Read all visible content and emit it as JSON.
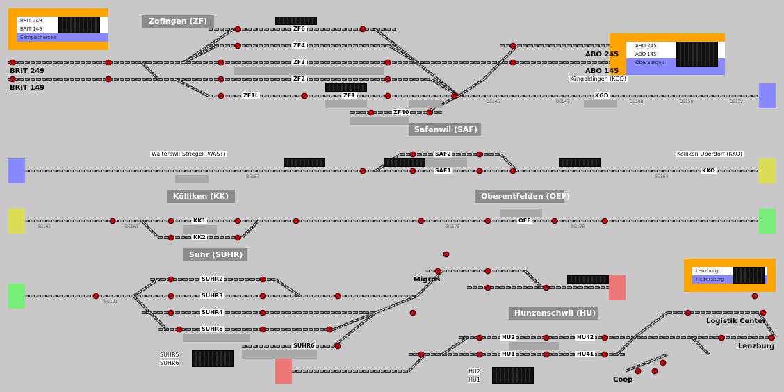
{
  "colors": {
    "background": "#c8c8c8",
    "track": "#333333",
    "signal_red": "#cc0000",
    "signal_green": "#22aa22",
    "panel_orange": "#ffa500",
    "panel_blue": "#8888ff",
    "endcap_yellow": "#dddd55",
    "endcap_green": "#77ee77",
    "endcap_pink": "#ee7777",
    "title_bg": "#8c8c8c"
  },
  "stations": {
    "zofingen": "Zofingen (ZF)",
    "safenwil": "Safenwil (SAF)",
    "koelliken": "Kölliken (KK)",
    "oberentfelden": "Oberentfelden (OEF)",
    "suhr": "Suhr (SUHR)",
    "hunzenschwil": "Hunzenschwil (HU)"
  },
  "panels": {
    "left": [
      "BRIT 249",
      "BRIT 149",
      "Sempachersee"
    ],
    "abo": [
      "ABO 245",
      "ABO 145",
      "Oberaargau"
    ],
    "lenzburg": [
      "Lenzburg",
      "Heitersberg"
    ]
  },
  "places": {
    "brit249": "BRIT 249",
    "brit149": "BRIT 149",
    "abo245": "ABO 245",
    "abo145": "ABO 145",
    "kuengoldingen": "Küngoldingen (KGD)",
    "kgd": "KGD",
    "wast": "Walterswil-Striegel (WAST)",
    "kko_full": "Kölliken Oberdorf (KKO)",
    "kko": "KKO",
    "migros": "Migros",
    "logistik": "Logistik Center",
    "lenzburg": "Lenzburg",
    "coop": "Coop",
    "oef": "OEF"
  },
  "tracks": {
    "zf6": "ZF6",
    "zf4": "ZF4",
    "zf3": "ZF3",
    "zf2": "ZF2",
    "zf1l": "ZF1L",
    "zf1": "ZF1",
    "zf40": "ZF40",
    "saf2": "SAF2",
    "saf1": "SAF1",
    "kk1": "KK1",
    "kk2": "KK2",
    "suhr2": "SUHR2",
    "suhr3": "SUHR3",
    "suhr4": "SUHR4",
    "suhr5": "SUHR5",
    "suhr6": "SUHR6",
    "hu2": "HU2",
    "hu1": "HU1",
    "hu42": "HU42",
    "hu41": "HU41"
  },
  "bottom_labels": {
    "suhr5": "SUHR5",
    "suhr6": "SUHR6",
    "hu2": "HU2",
    "hu1": "HU1"
  },
  "block_labels": {
    "b145": "Bü145",
    "b147": "Bü147",
    "b148": "Bü148",
    "b150": "Bü150",
    "b152": "Bü152",
    "b157": "Bü157",
    "b164": "Bü164",
    "b165": "Bü165",
    "b167": "Bü167",
    "b175": "Bü175",
    "b178": "Bü178",
    "b191": "Bü191"
  }
}
